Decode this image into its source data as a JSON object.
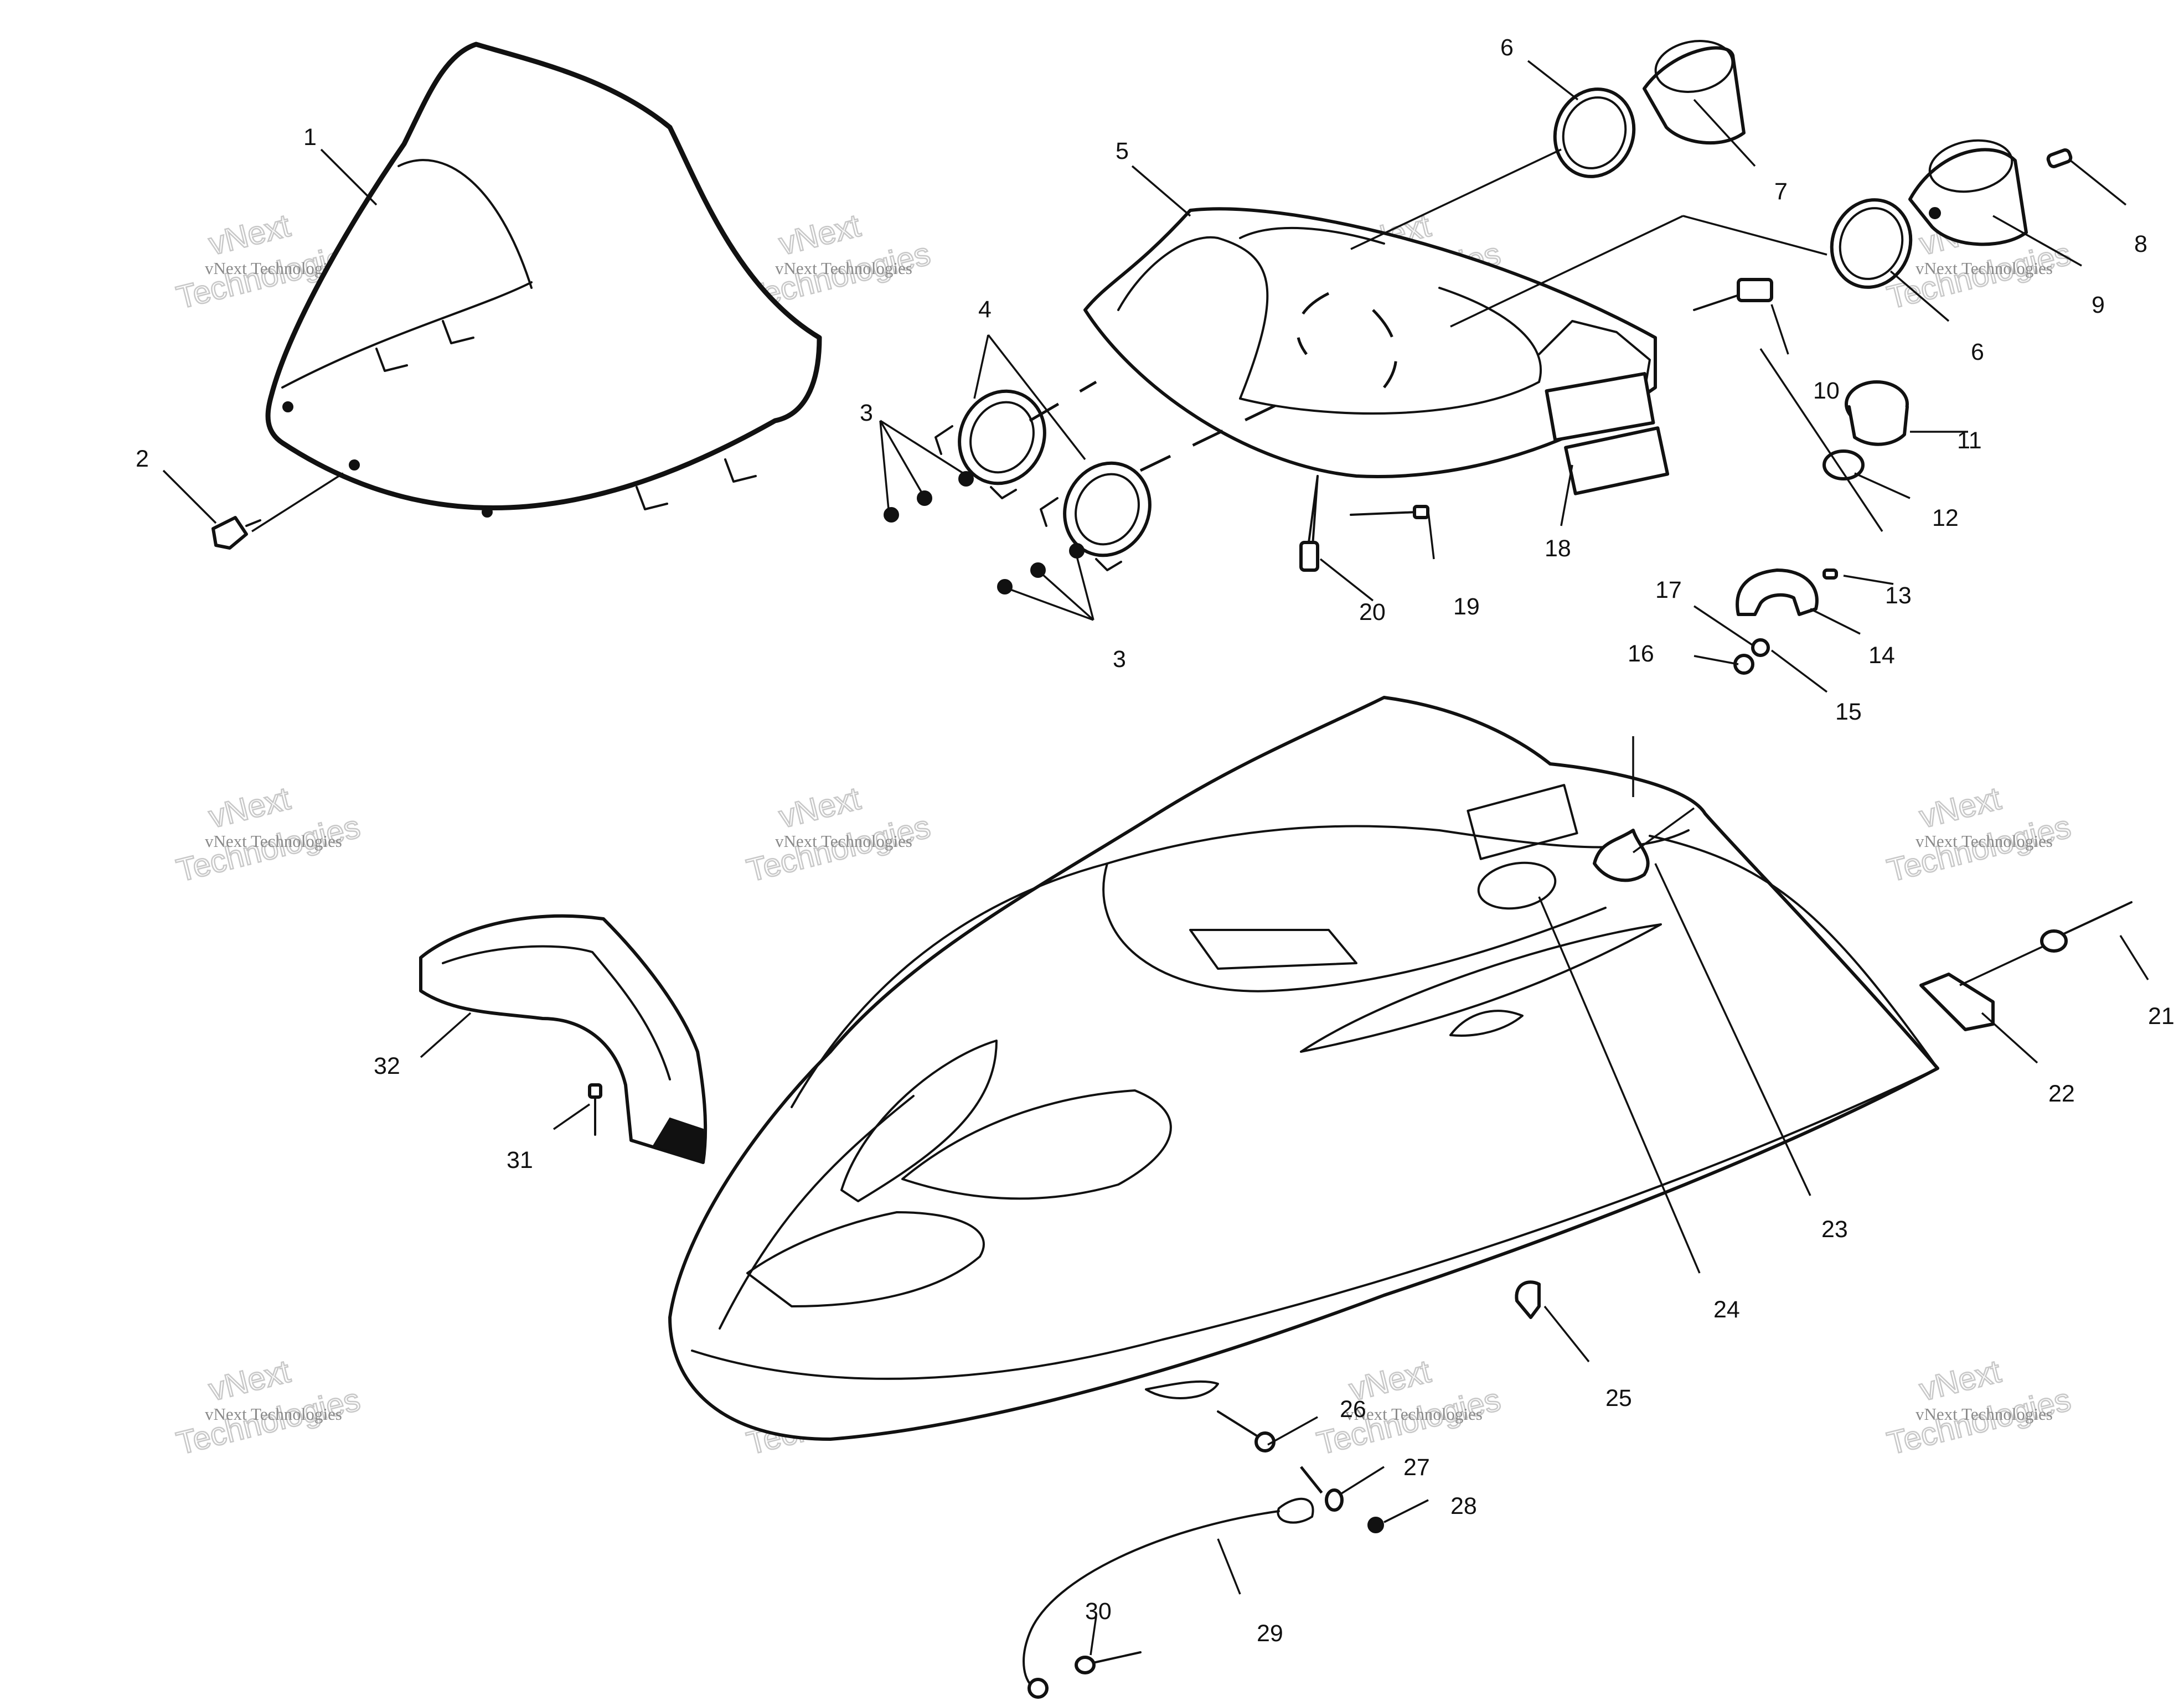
{
  "watermark": {
    "line1": "vNext Technologies",
    "line2": "vNext",
    "line3": "Technologies"
  },
  "callouts": {
    "c1": "1",
    "c2": "2",
    "c3a": "3",
    "c3b": "3",
    "c4": "4",
    "c5": "5",
    "c6a": "6",
    "c6b": "6",
    "c7": "7",
    "c8": "8",
    "c9": "9",
    "c10": "10",
    "c11": "11",
    "c12": "12",
    "c13": "13",
    "c14": "14",
    "c15": "15",
    "c16": "16",
    "c17": "17",
    "c18": "18",
    "c19": "19",
    "c20": "20",
    "c21": "21",
    "c22": "22",
    "c23": "23",
    "c24": "24",
    "c25": "25",
    "c26": "26",
    "c27": "27",
    "c28": "28",
    "c29": "29",
    "c30": "30",
    "c31": "31",
    "c32": "32"
  }
}
